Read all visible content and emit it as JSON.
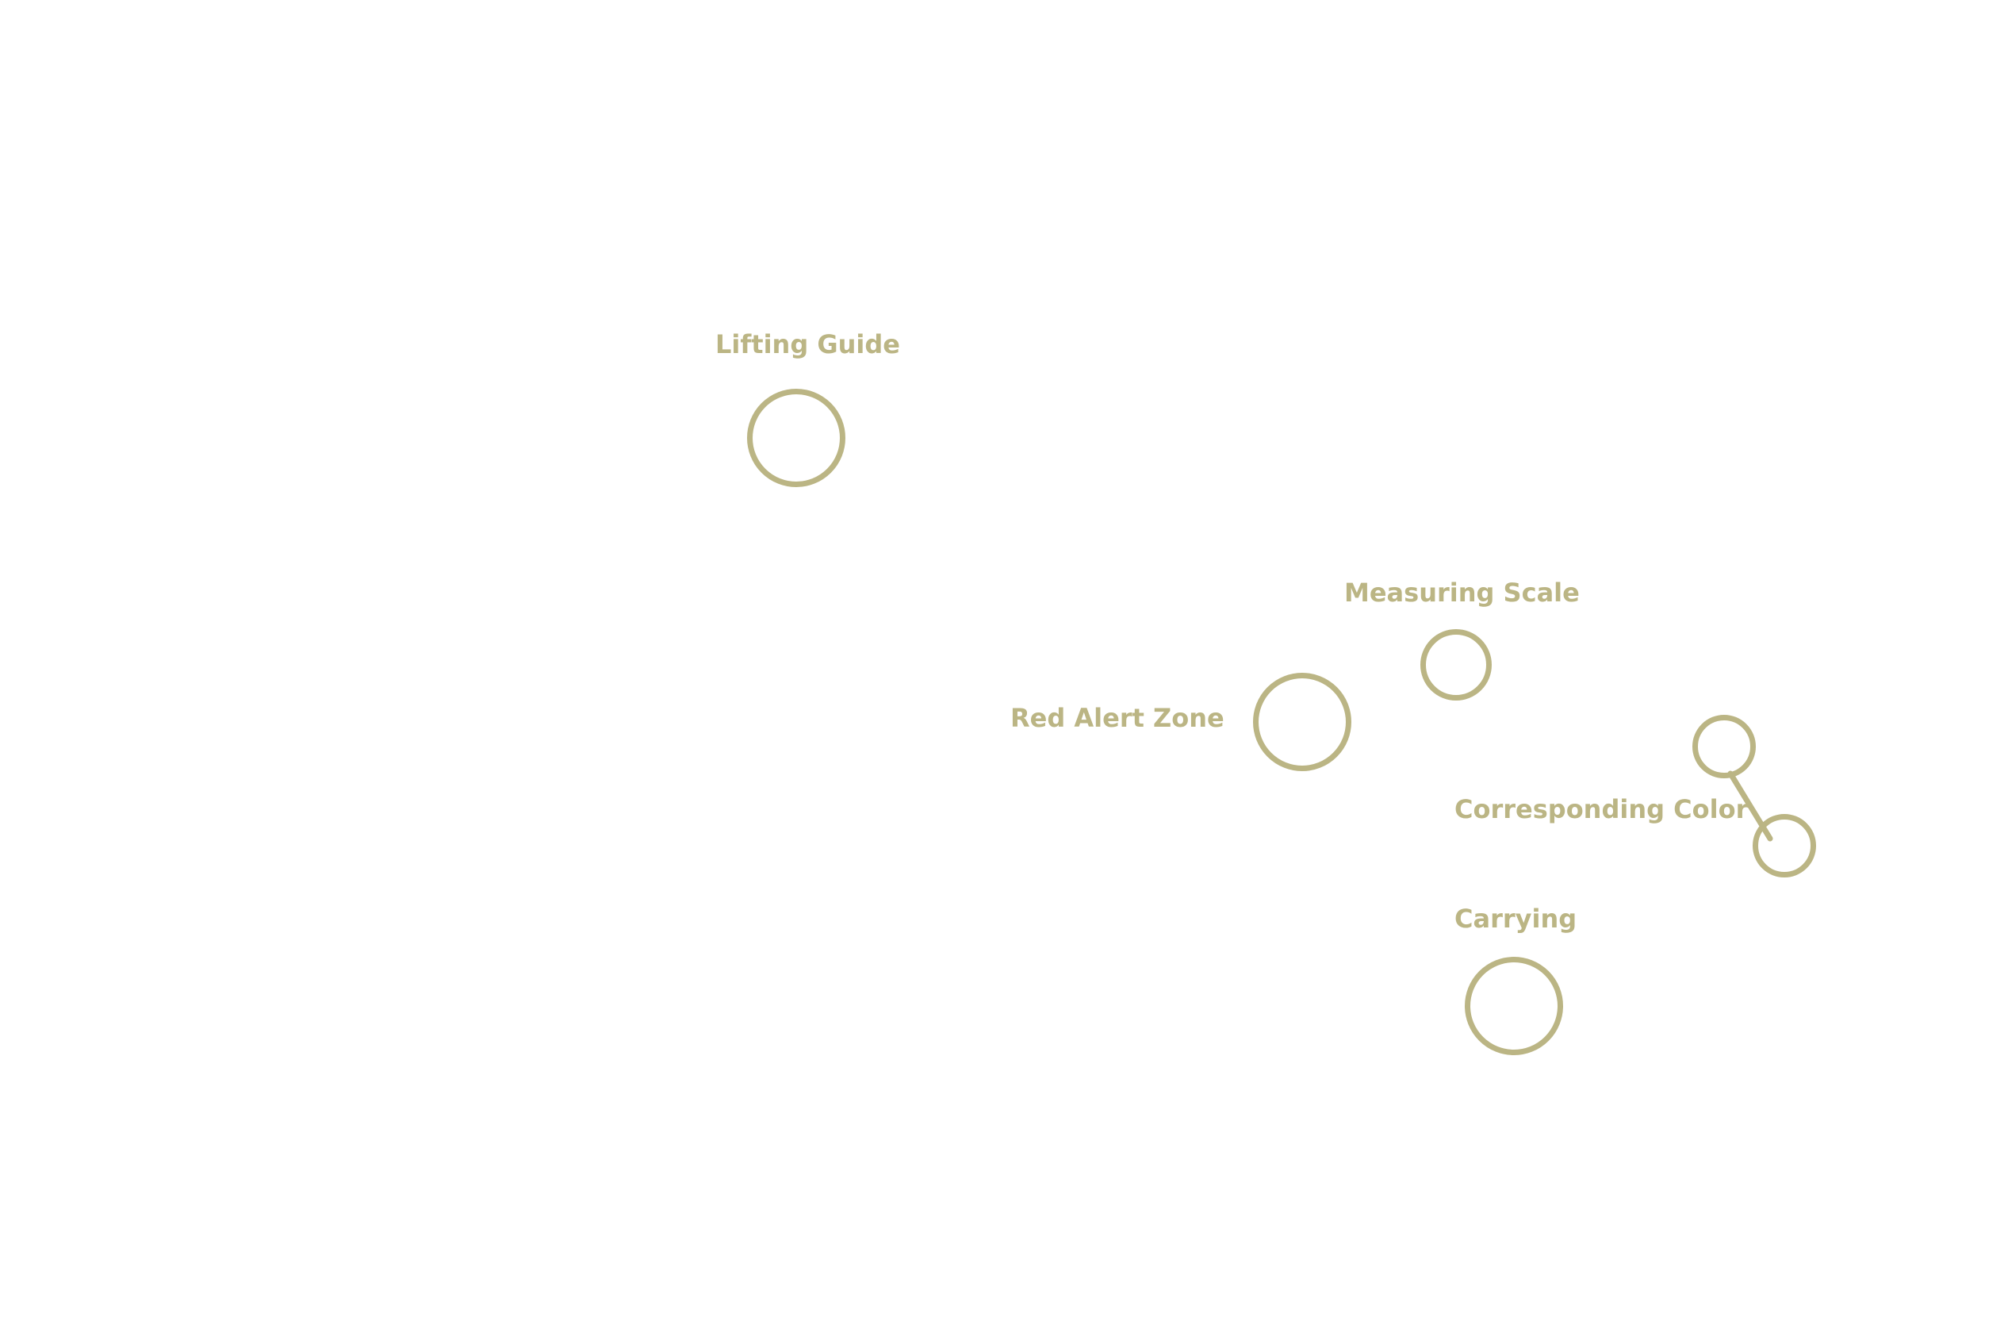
{
  "theme": {
    "accent": "#bbb584",
    "background": "#ffffff"
  },
  "labels": {
    "lifting_guide": "Lifting Guide",
    "measuring_scale": "Measuring Scale",
    "red_alert_zone": "Red Alert Zone",
    "corresponding_color": "Corresponding Color",
    "carrying": "Carrying"
  }
}
